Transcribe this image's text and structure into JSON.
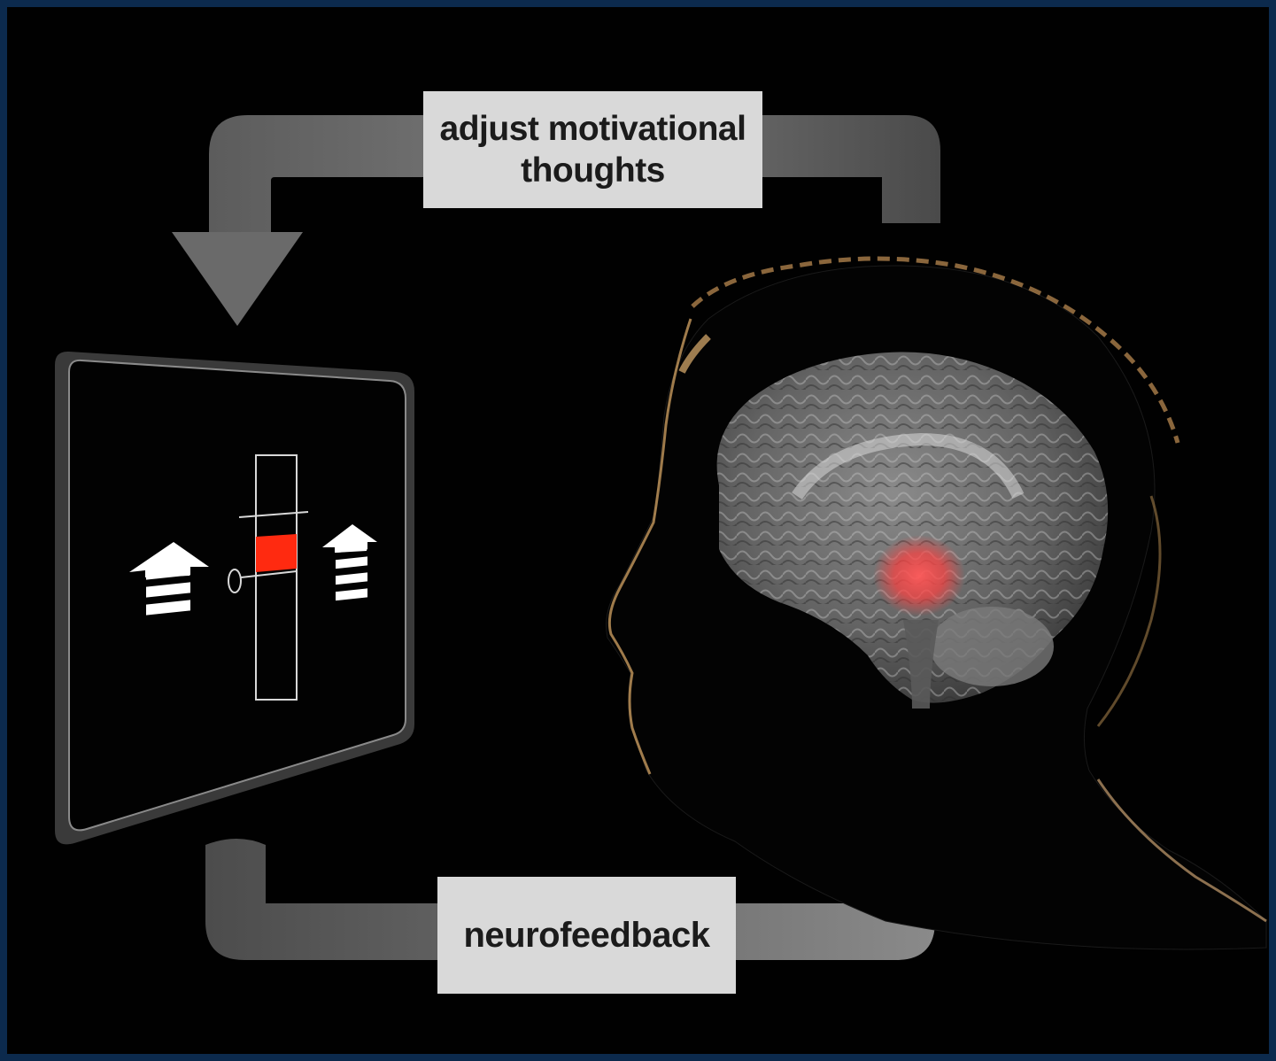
{
  "diagram": {
    "top_label": "adjust motivational\nthoughts",
    "bottom_label": "neurofeedback"
  },
  "colors": {
    "background": "#010101",
    "frame": "#0c2a4d",
    "arrow": "#6b6b6b",
    "label_box": "#d9d9d9",
    "feedback_bar": "#ff2a10",
    "brain_highlight": "#ff4a4a",
    "hair_rim": "#c89a5a"
  },
  "icons": [
    "up-arrow-icon",
    "brain-icon",
    "head-silhouette",
    "monitor-screen"
  ]
}
